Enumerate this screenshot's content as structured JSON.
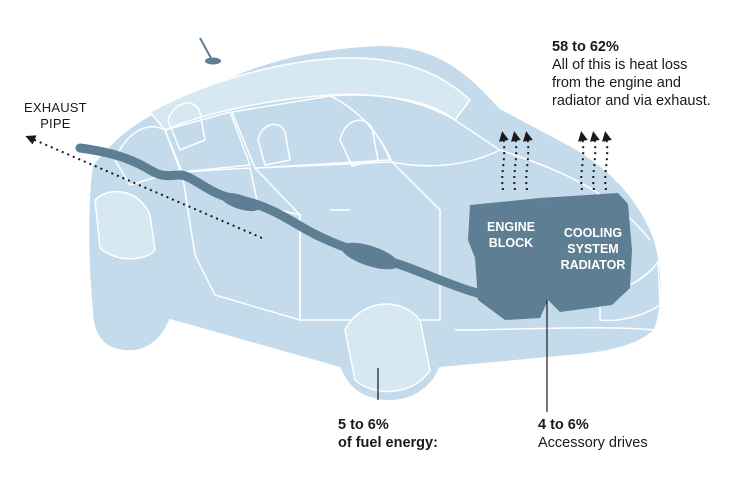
{
  "labels": {
    "exhaust_line1": "EXHAUST",
    "exhaust_line2": "PIPE",
    "engine_line1": "ENGINE",
    "engine_line2": "BLOCK",
    "radiator_line1": "COOLING",
    "radiator_line2": "SYSTEM",
    "radiator_line3": "RADIATOR"
  },
  "heat_loss": {
    "value": "58 to 62%",
    "line1": "All of this is heat loss",
    "line2": "from the engine and",
    "line3": "radiator and via exhaust."
  },
  "fuel": {
    "value": "5 to 6%",
    "label": "of fuel energy:"
  },
  "accessory": {
    "value": "4 to 6%",
    "label": "Accessory drives"
  },
  "colors": {
    "car_body": "#c3dbea",
    "car_outline": "#ffffff",
    "components": "#5e7f93",
    "text": "#1a1a1a"
  }
}
